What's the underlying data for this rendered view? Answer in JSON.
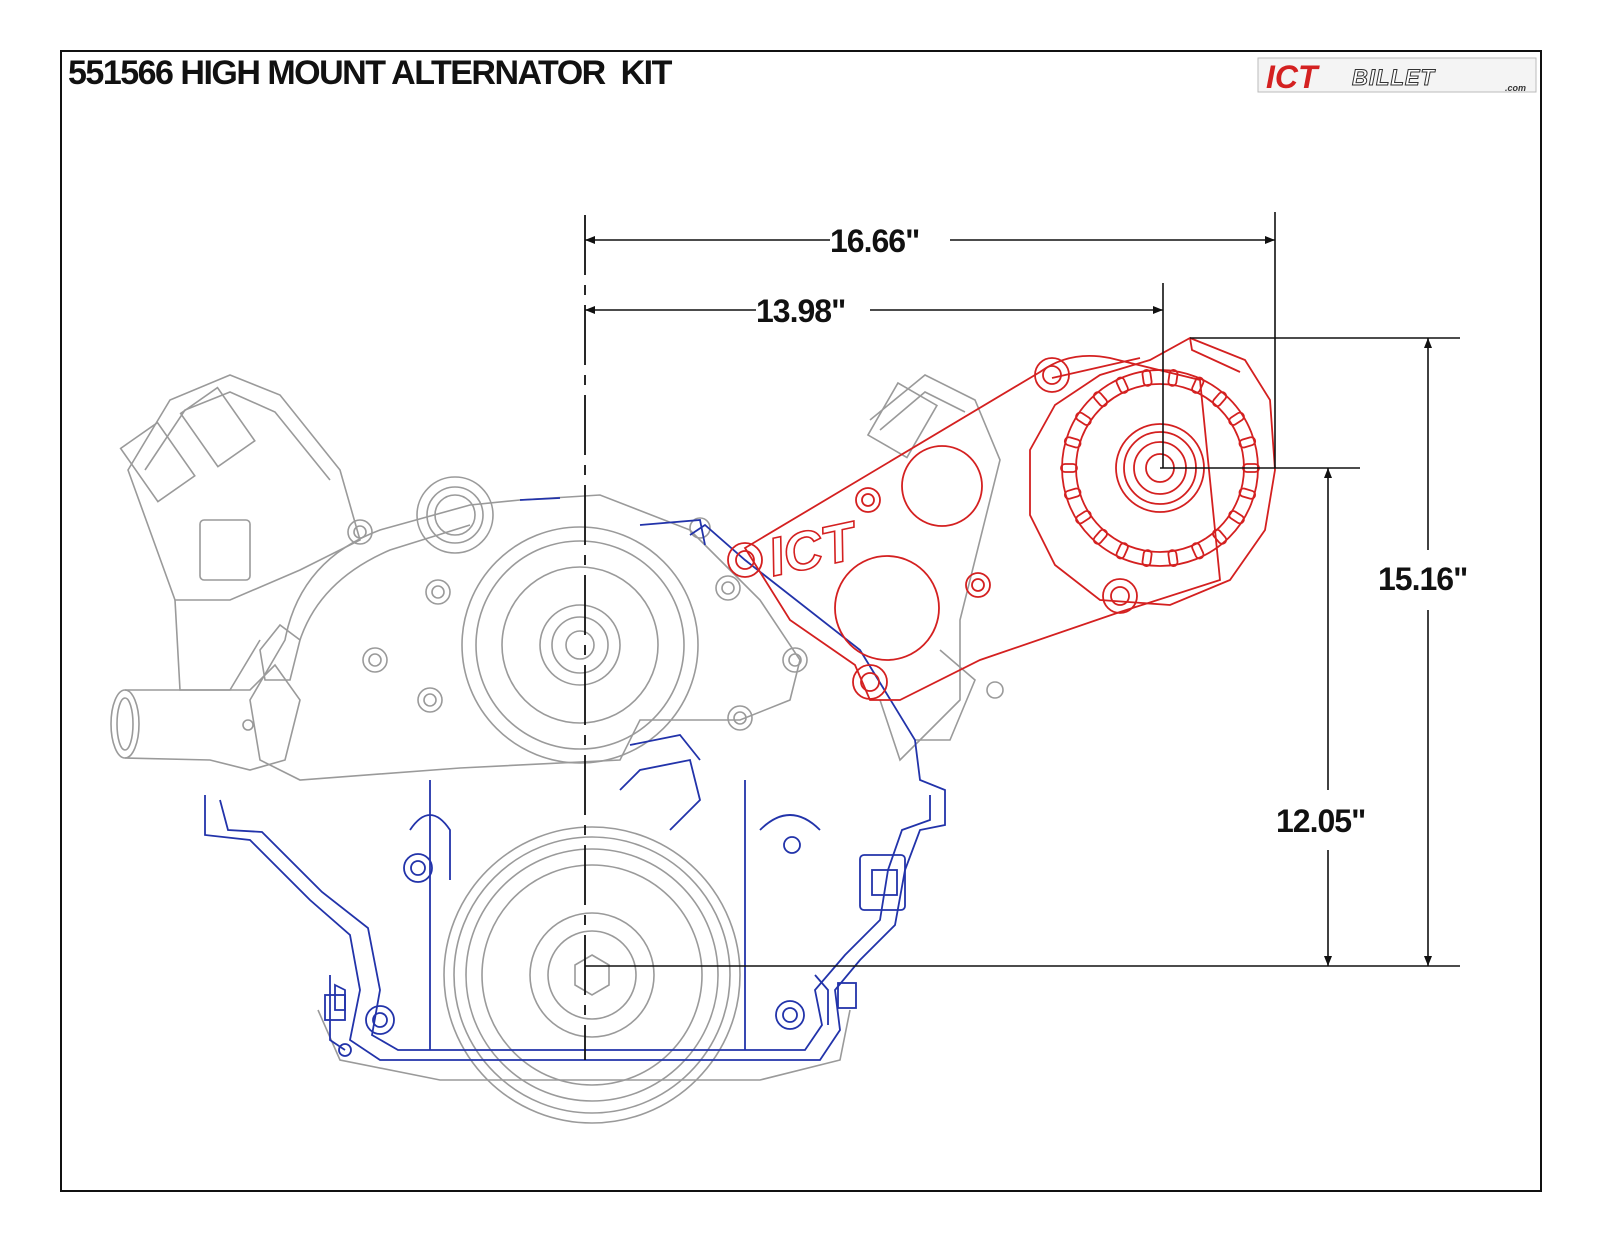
{
  "title": "551566 HIGH MOUNT ALTERNATOR  KIT",
  "logo": {
    "primary": "ICT",
    "secondary": "BILLET",
    "suffix": ".com"
  },
  "bracket_mark": "ICT",
  "dimensions": {
    "d1": "16.66\"",
    "d2": "13.98\"",
    "d3": "15.16\"",
    "d4": "12.05\""
  },
  "colors": {
    "bracket": "#d42020",
    "timing_cover": "#2233aa",
    "engine": "#9a9a9a",
    "dimension": "#111111",
    "logo_red": "#d42020"
  }
}
